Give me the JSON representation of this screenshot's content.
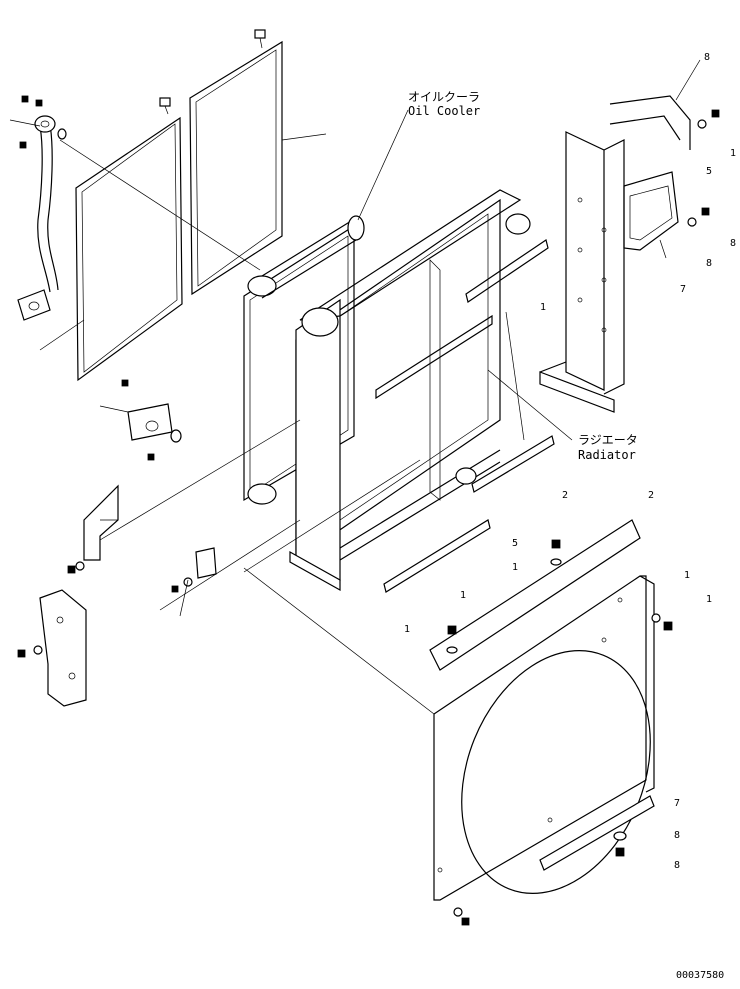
{
  "diagram": {
    "oil_cooler_jp": "オイルクーラ",
    "oil_cooler_en": "Oil Cooler",
    "radiator_jp": "ラジエータ",
    "radiator_en": "Radiator",
    "drawing_number": "00037580",
    "callouts": [
      "8",
      "5",
      "1",
      "8",
      "8",
      "7",
      "1",
      "2",
      "2",
      "5",
      "1",
      "1",
      "1",
      "1",
      "7",
      "8",
      "8",
      "1"
    ]
  }
}
